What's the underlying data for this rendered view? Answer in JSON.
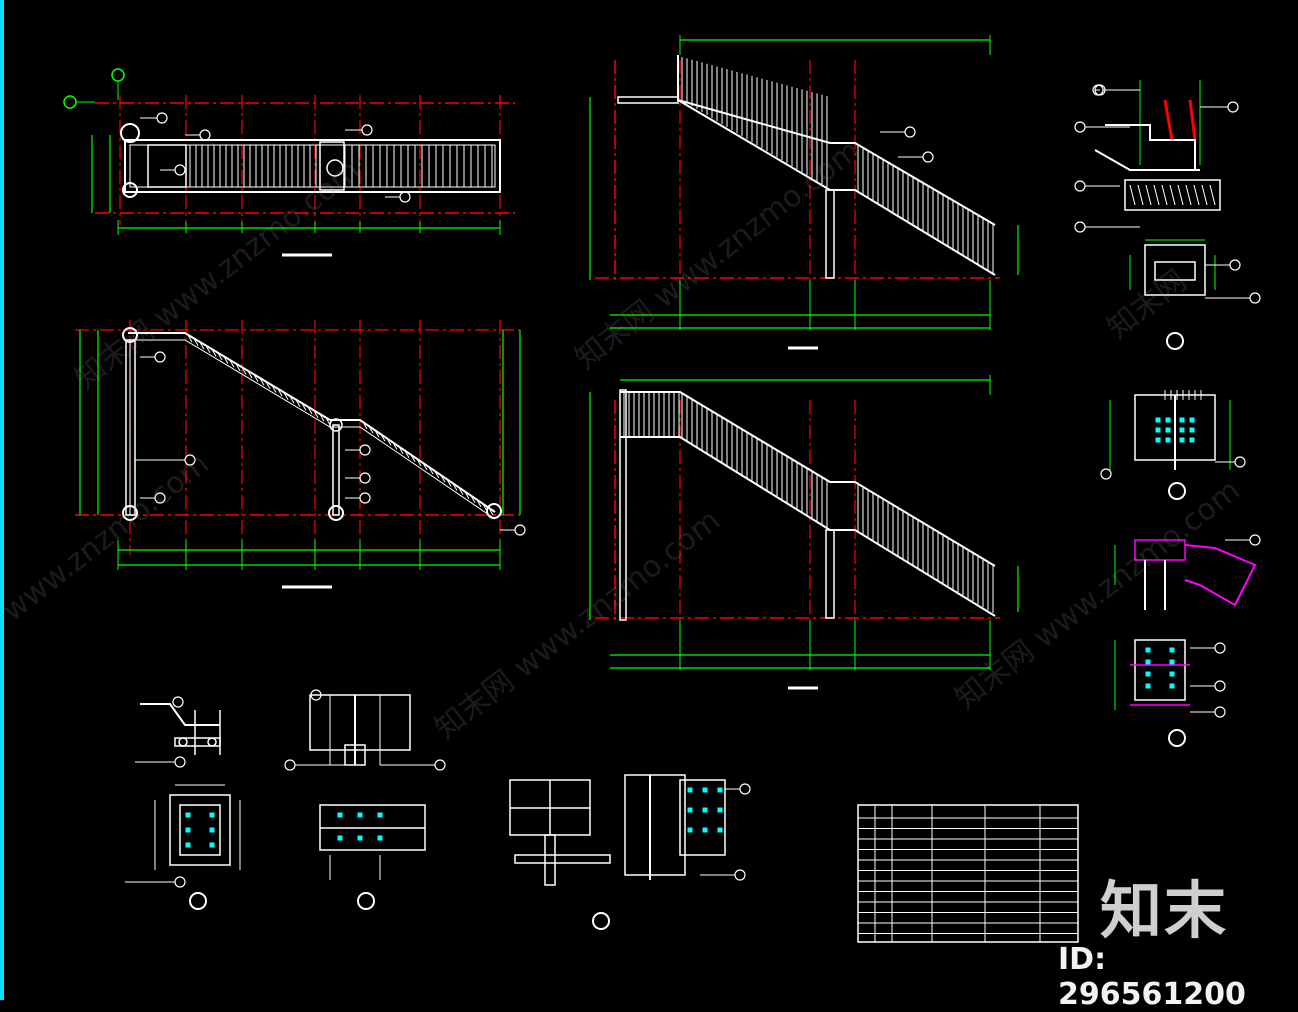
{
  "colors": {
    "background": "#000000",
    "dimension": "#00ff00",
    "axis": "#ff0000",
    "object": "#ffffff",
    "accent_cyan": "#00ffff",
    "accent_magenta": "#ff00ff",
    "left_bar": "#00e5ff"
  },
  "watermarks": [
    "知末网 www.znzmo.com",
    "www.znzmo.com",
    "知末网",
    "znzmo.com"
  ],
  "logo_text": "知末",
  "id_label": "ID: 296561200"
}
